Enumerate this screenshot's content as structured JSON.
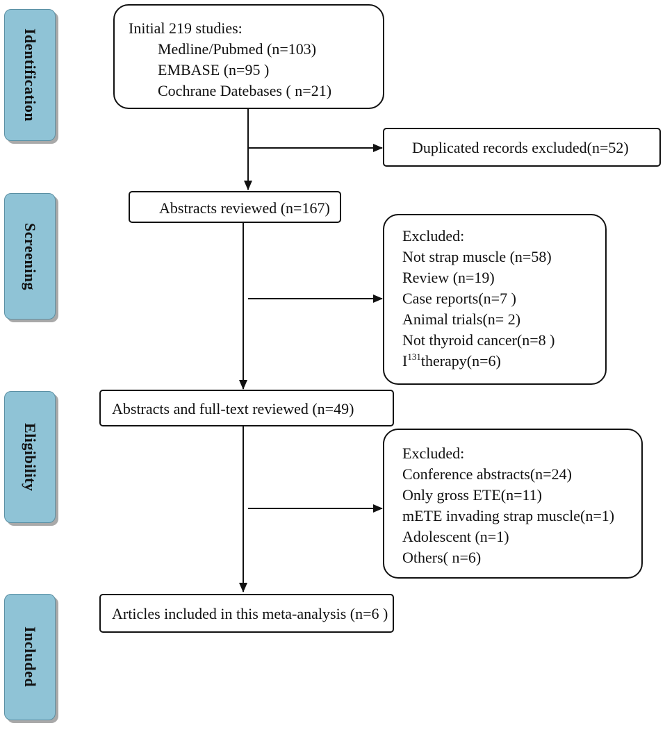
{
  "stages": {
    "identification": "Identification",
    "screening": "Screening",
    "eligibility": "Eligibility",
    "included": "Included"
  },
  "initial": {
    "title": "Initial 219 studies:",
    "sources": [
      "Medline/Pubmed (n=103)",
      "EMBASE (n=95 )",
      "Cochrane Datebases ( n=21)"
    ]
  },
  "duplicates": "Duplicated records excluded(n=52)",
  "abstracts": "Abstracts reviewed (n=167)",
  "screening_excluded": {
    "title": "Excluded:",
    "items": [
      "Not strap muscle (n=58)",
      "Review (n=19)",
      "Case reports(n=7 )",
      "Animal trials(n= 2)",
      "Not thyroid cancer(n=8 )"
    ],
    "last_base": "I",
    "last_sup": "131",
    "last_rest": "therapy(n=6)"
  },
  "fulltext": "Abstracts and full-text reviewed (n=49)",
  "eligibility_excluded": {
    "title": "Excluded:",
    "items": [
      "Conference abstracts(n=24)",
      "Only gross ETE(n=11)",
      "mETE invading strap muscle(n=1)",
      "Adolescent (n=1)",
      "Others( n=6)"
    ]
  },
  "included": "Articles included in this meta-analysis (n=6 )"
}
